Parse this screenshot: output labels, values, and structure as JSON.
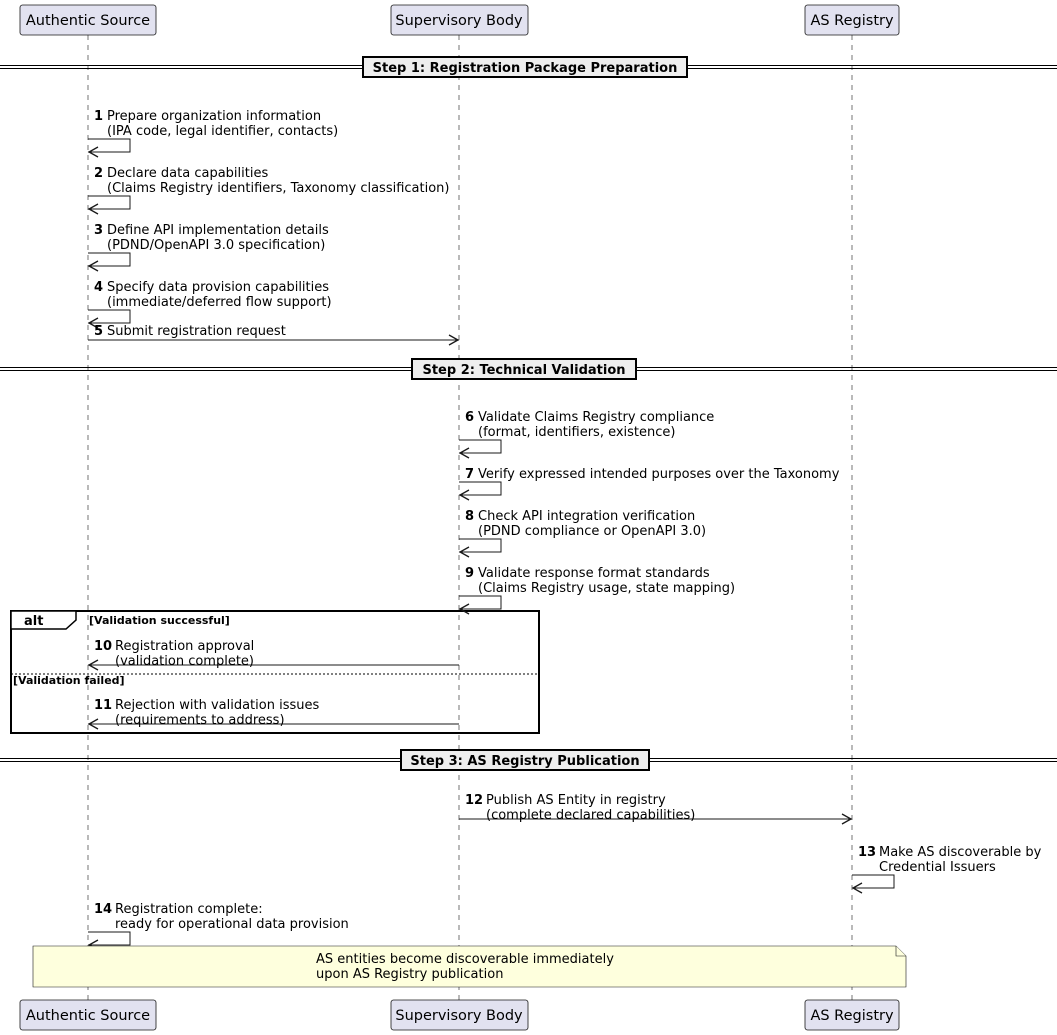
{
  "participants": [
    {
      "id": "as",
      "label": "Authentic Source"
    },
    {
      "id": "sb",
      "label": "Supervisory Body"
    },
    {
      "id": "reg",
      "label": "AS Registry"
    }
  ],
  "dividers": [
    "Step 1: Registration Package Preparation",
    "Step 2: Technical Validation",
    "Step 3: AS Registry Publication"
  ],
  "messages": [
    {
      "num": "1",
      "from": "as",
      "to": "as",
      "lines": [
        "Prepare organization information",
        "(IPA code, legal identifier, contacts)"
      ]
    },
    {
      "num": "2",
      "from": "as",
      "to": "as",
      "lines": [
        "Declare data capabilities",
        "(Claims Registry identifiers, Taxonomy classification)"
      ]
    },
    {
      "num": "3",
      "from": "as",
      "to": "as",
      "lines": [
        "Define API implementation details",
        "(PDND/OpenAPI 3.0 specification)"
      ]
    },
    {
      "num": "4",
      "from": "as",
      "to": "as",
      "lines": [
        "Specify data provision capabilities",
        "(immediate/deferred flow support)"
      ]
    },
    {
      "num": "5",
      "from": "as",
      "to": "sb",
      "lines": [
        "Submit registration request"
      ]
    },
    {
      "num": "6",
      "from": "sb",
      "to": "sb",
      "lines": [
        "Validate Claims Registry compliance",
        "(format, identifiers, existence)"
      ]
    },
    {
      "num": "7",
      "from": "sb",
      "to": "sb",
      "lines": [
        "Verify expressed intended purposes over the Taxonomy"
      ]
    },
    {
      "num": "8",
      "from": "sb",
      "to": "sb",
      "lines": [
        "Check API integration verification",
        "(PDND compliance or OpenAPI 3.0)"
      ]
    },
    {
      "num": "9",
      "from": "sb",
      "to": "sb",
      "lines": [
        "Validate response format standards",
        "(Claims Registry usage, state mapping)"
      ]
    },
    {
      "num": "10",
      "from": "sb",
      "to": "as",
      "lines": [
        "Registration approval",
        "(validation complete)"
      ]
    },
    {
      "num": "11",
      "from": "sb",
      "to": "as",
      "lines": [
        "Rejection with validation issues",
        "(requirements to address)"
      ]
    },
    {
      "num": "12",
      "from": "sb",
      "to": "reg",
      "lines": [
        "Publish AS Entity in registry",
        "(complete declared capabilities)"
      ]
    },
    {
      "num": "13",
      "from": "reg",
      "to": "reg",
      "lines": [
        "Make AS discoverable by",
        "Credential Issuers"
      ]
    },
    {
      "num": "14",
      "from": "as",
      "to": "as",
      "lines": [
        "Registration complete:",
        "ready for operational data provision"
      ]
    }
  ],
  "alt_group": {
    "keyword": "alt",
    "condition": "[Validation successful]",
    "else_condition": "[Validation failed]"
  },
  "note": {
    "lines": [
      "AS entities become discoverable immediately",
      "upon AS Registry publication"
    ]
  },
  "colors": {
    "participant_fill": "#E2E2F0",
    "divider_fill": "#EEEEEE",
    "note_fill": "#FEFFDD"
  }
}
